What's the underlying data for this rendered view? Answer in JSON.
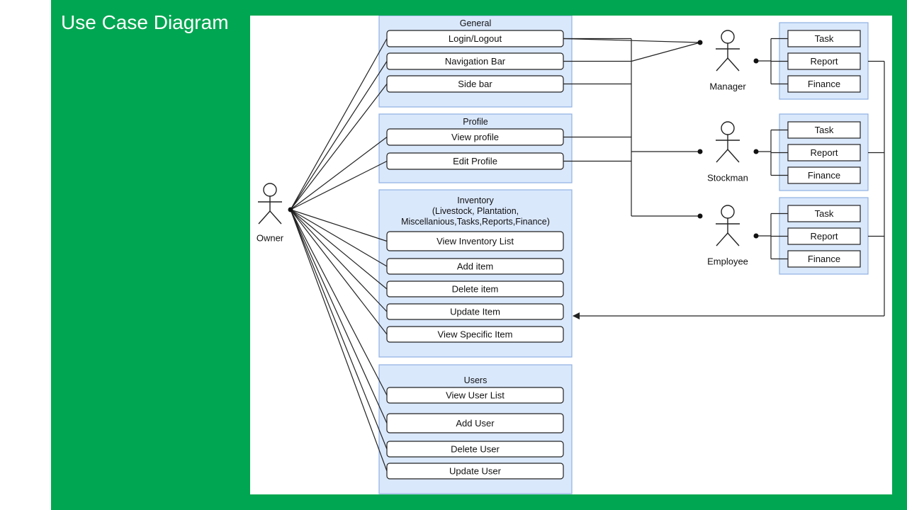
{
  "slide_title": "Use Case Diagram",
  "colors": {
    "slide_bg": "#00a651",
    "group_fill": "#dae8fc",
    "group_stroke": "#8fb1e2",
    "line": "#222222"
  },
  "owner": "Owner",
  "groups": [
    {
      "title": [
        "General"
      ],
      "items": [
        "Login/Logout",
        "Navigation Bar",
        "Side bar"
      ]
    },
    {
      "title": [
        "Profile"
      ],
      "items": [
        "View profile",
        "Edit Profile"
      ]
    },
    {
      "title": [
        "Inventory",
        "(Livestock, Plantation,",
        "Miscellanious,Tasks,Reports,Finance)"
      ],
      "items": [
        "View Inventory List",
        "Add item",
        "Delete item",
        "Update Item",
        "View  Specific Item"
      ]
    },
    {
      "title": [
        "Users"
      ],
      "items": [
        "View User List",
        "Add User",
        "Delete User",
        "Update User"
      ]
    }
  ],
  "roles": [
    {
      "name": "Manager",
      "items": [
        "Task",
        "Report",
        "Finance"
      ]
    },
    {
      "name": "Stockman",
      "items": [
        "Task",
        "Report",
        "Finance"
      ]
    },
    {
      "name": "Employee",
      "items": [
        "Task",
        "Report",
        "Finance"
      ]
    }
  ]
}
